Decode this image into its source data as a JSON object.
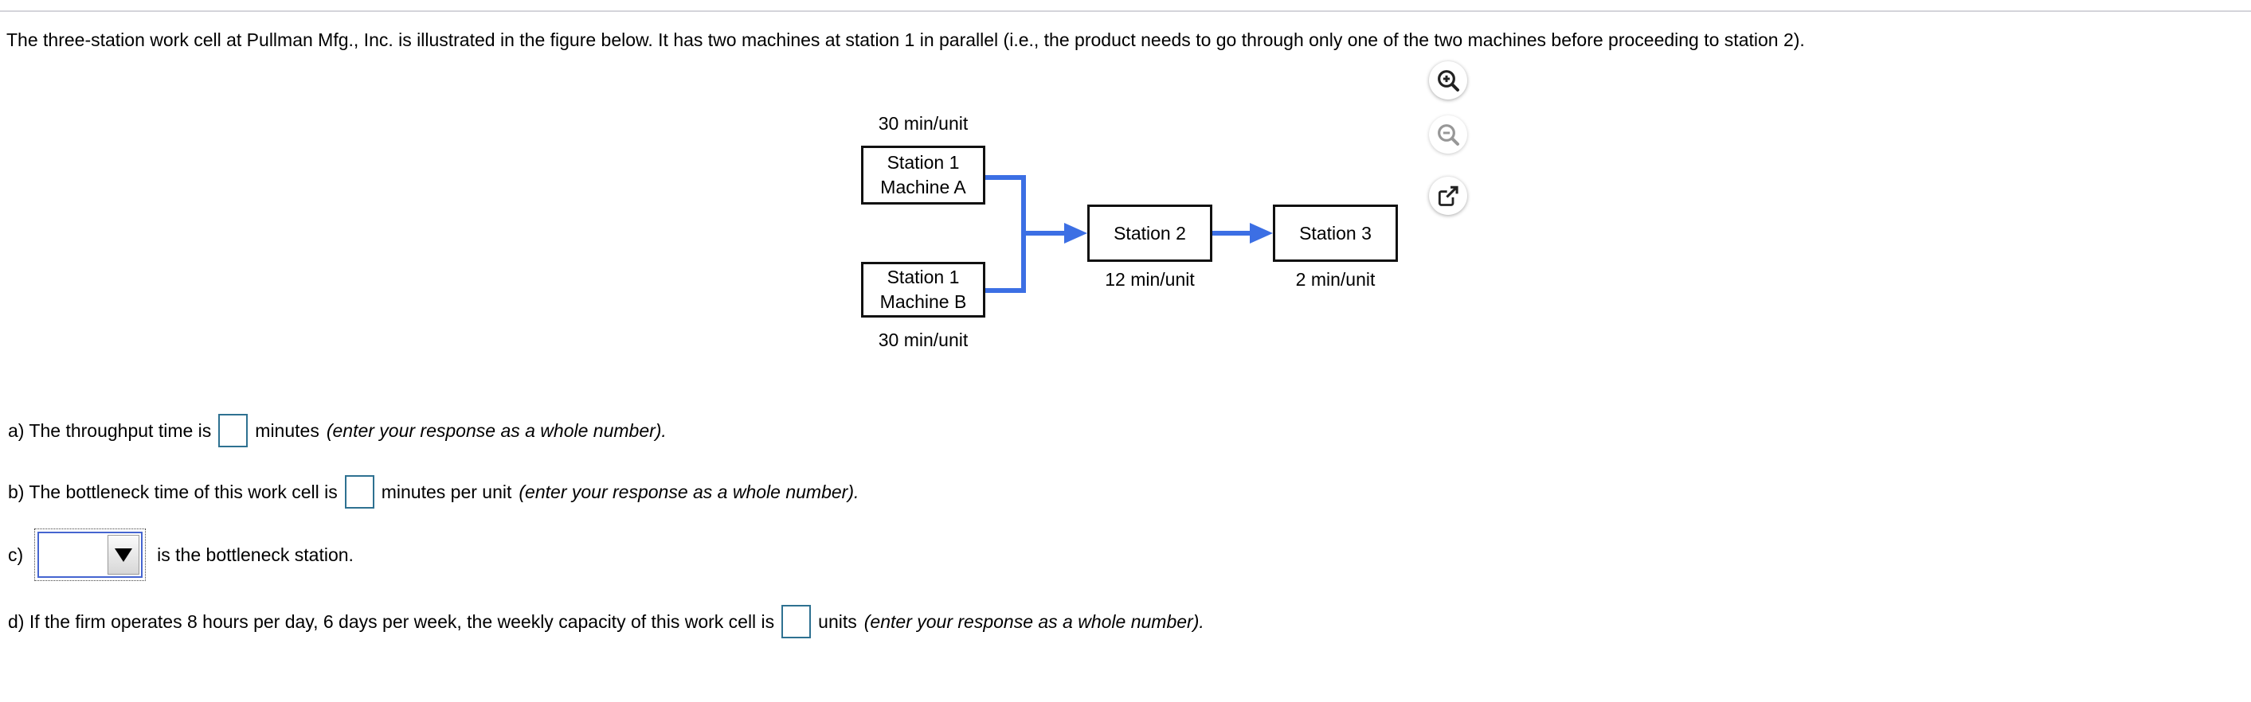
{
  "page": {
    "title": "The three-station work cell at Pullman Mfg., Inc. is illustrated in the figure below. It has two machines at station 1 in parallel (i.e., the product needs to go through only one of the two machines before proceeding to station 2)."
  },
  "toolbar": {
    "buttons": [
      {
        "name": "zoom-in"
      },
      {
        "name": "zoom-out"
      },
      {
        "name": "open-in-new-window"
      }
    ]
  },
  "diagram": {
    "stations": [
      {
        "id": "station1-machine-a",
        "line1": "Station 1",
        "line2": "Machine A",
        "rate": "30 min/unit",
        "rate_position": "above"
      },
      {
        "id": "station1-machine-b",
        "line1": "Station 1",
        "line2": "Machine B",
        "rate": "30 min/unit",
        "rate_position": "below"
      },
      {
        "id": "station2",
        "line1": "Station 2",
        "rate": "12 min/unit",
        "rate_position": "below"
      },
      {
        "id": "station3",
        "line1": "Station 3",
        "rate": "2 min/unit",
        "rate_position": "below"
      }
    ],
    "flow": "Station 1 (Machine A or Machine B) -> Station 2 -> Station 3"
  },
  "questions": [
    {
      "id": "a",
      "prefix": "a) The throughput time is",
      "suffix": "minutes",
      "note": "(enter your response as a whole number).",
      "value": ""
    },
    {
      "id": "b",
      "prefix": "b) The bottleneck time of this work cell is",
      "suffix": "minutes per unit",
      "note": "(enter your response as a whole number).",
      "value": ""
    },
    {
      "id": "c",
      "prefix": "c)",
      "suffix": "is the bottleneck station.",
      "value": ""
    },
    {
      "id": "d",
      "prefix": "d) If the firm operates 8 hours per day, 6 days per week, the weekly capacity of this work cell is",
      "suffix": "units",
      "note": "(enter your response as a whole number).",
      "value": ""
    }
  ],
  "colors": {
    "arrow_blue": "#3c6fe4",
    "input_border": "#2e7191",
    "dropdown_border": "#4565d0",
    "divider": "#d4d4da"
  }
}
